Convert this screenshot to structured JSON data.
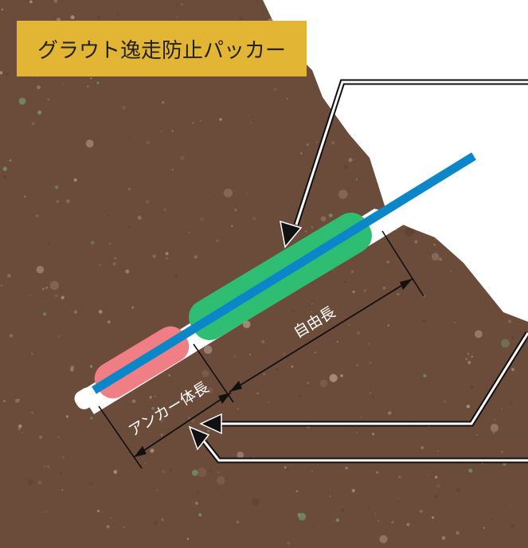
{
  "title": "グラウト逸走防止パッカー",
  "labels": {
    "free_length": "自由長",
    "anchor_length": "アンカー体長"
  },
  "colors": {
    "ground": "#6b4c3a",
    "title_bg": "#e3b534",
    "packer": "#2ebd72",
    "anchor": "#ef7f84",
    "tendon": "#0b86c8",
    "arrow": "#111111"
  },
  "components": [
    "ground",
    "grout-packer",
    "anchor-body",
    "tendon",
    "free-length-dimension",
    "anchor-length-dimension",
    "callout-arrows"
  ]
}
